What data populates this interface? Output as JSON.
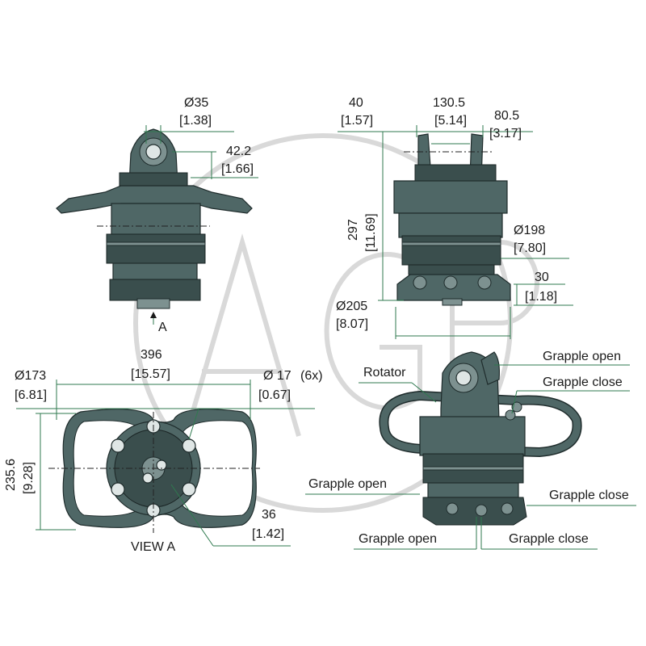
{
  "watermark": {
    "text": "AGP",
    "color": "#d9d9d9"
  },
  "colors": {
    "body": "#4f6766",
    "dimension_line": "#2f7a4f",
    "text": "#1a1a1a"
  },
  "front_view": {
    "pin_diameter": {
      "mm": "Ø35",
      "in": "[1.38]"
    },
    "pin_height": {
      "mm": "42.2",
      "in": "[1.66]"
    },
    "view_arrow": "A"
  },
  "side_view": {
    "dim_40": {
      "mm": "40",
      "in": "[1.57]"
    },
    "dim_130_5": {
      "mm": "130.5",
      "in": "[5.14]"
    },
    "dim_80_5": {
      "mm": "80.5",
      "in": "[3.17]"
    },
    "height": {
      "mm": "297",
      "in": "[11.69]"
    },
    "body_diameter": {
      "mm": "Ø198",
      "in": "[7.80]"
    },
    "base_height": {
      "mm": "30",
      "in": "[1.18]"
    },
    "base_diameter": {
      "mm": "Ø205",
      "in": "[8.07]"
    }
  },
  "bottom_view": {
    "flange_diameter": {
      "mm": "Ø173",
      "in": "[6.81]"
    },
    "width": {
      "mm": "396",
      "in": "[15.57]"
    },
    "holes": {
      "mm": "Ø 17",
      "count": "(6x)",
      "in": "[0.67]"
    },
    "height": {
      "mm": "235.6",
      "in": "[9.28]"
    },
    "offset": {
      "mm": "36",
      "in": "[1.42]"
    },
    "caption": "VIEW A"
  },
  "iso_view": {
    "labels": {
      "rotator": "Rotator",
      "grapple_open_top": "Grapple open",
      "grapple_close_top": "Grapple close",
      "grapple_open_mid": "Grapple open",
      "grapple_close_mid": "Grapple close",
      "grapple_open_bottom": "Grapple open",
      "grapple_close_bottom": "Grapple close"
    }
  }
}
